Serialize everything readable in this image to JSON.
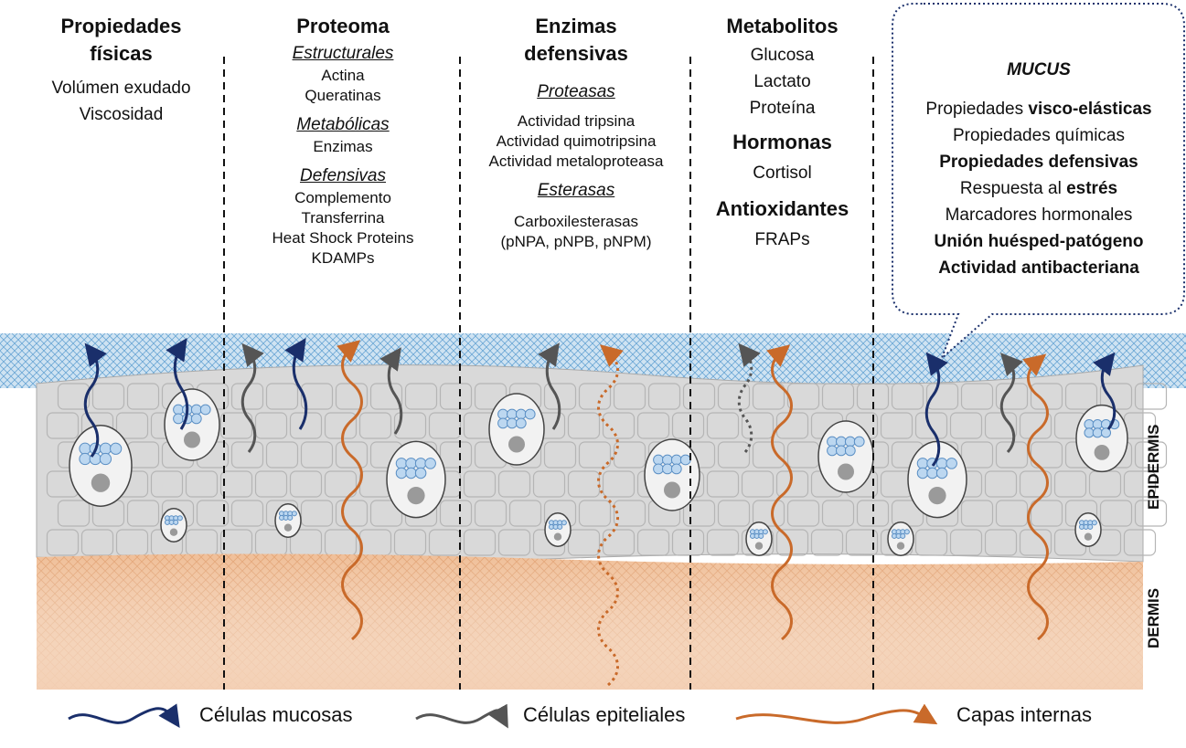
{
  "columns": [
    {
      "heading": "Propiedades físicas",
      "items": [
        "Volúmen exudado",
        "Viscosidad"
      ]
    },
    {
      "heading": "Proteoma",
      "groups": [
        {
          "title": "Estructurales",
          "items": [
            "Actina",
            "Queratinas"
          ]
        },
        {
          "title": "Metabólicas",
          "items": [
            "Enzimas"
          ]
        },
        {
          "title": "Defensivas",
          "items": [
            "Complemento",
            "Transferrina",
            "Heat Shock Proteins",
            "KDAMPs"
          ]
        }
      ]
    },
    {
      "heading": "Enzimas defensivas",
      "groups": [
        {
          "title": "Proteasas",
          "items": [
            "Actividad tripsina",
            "Actividad quimotripsina",
            "Actividad metaloproteasa"
          ]
        },
        {
          "title": "Esterasas",
          "items": [
            "Carboxilesterasas",
            "(pNPA, pNPB, pNPM)"
          ]
        }
      ]
    },
    {
      "heading": "Metabolitos",
      "items": [
        "Glucosa",
        "Lactato",
        "Proteína"
      ],
      "heading2": "Hormonas",
      "items2": [
        "Cortisol"
      ],
      "heading3": "Antioxidantes",
      "items3": [
        "FRAPs"
      ]
    }
  ],
  "mucus_box": {
    "title": "MUCUS",
    "lines": [
      {
        "pre": "Propiedades ",
        "bold": "visco-elásticas"
      },
      {
        "pre": "Propiedades químicas",
        "bold": ""
      },
      {
        "pre": "",
        "bold": "Propiedades defensivas"
      },
      {
        "pre": "Respuesta al ",
        "bold": "estrés"
      },
      {
        "pre": "Marcadores hormonales",
        "bold": ""
      },
      {
        "pre": "",
        "bold": "Unión huésped-patógeno"
      },
      {
        "pre": "",
        "bold": "Actividad antibacteriana"
      }
    ]
  },
  "side_labels": {
    "epidermis": "EPIDERMIS",
    "dermis": "DERMIS"
  },
  "legend": [
    {
      "label": "Células mucosas",
      "color": "#1a2f6b"
    },
    {
      "label": "Células epiteliales",
      "color": "#555555"
    },
    {
      "label": "Capas internas",
      "color": "#c96a2a"
    }
  ],
  "colors": {
    "mucus_layer": "#a9cde6",
    "epidermis": "#dcdcdc",
    "dermis": "#f2c4a0",
    "divider": "#111111",
    "box_border": "#1a2f6b"
  }
}
